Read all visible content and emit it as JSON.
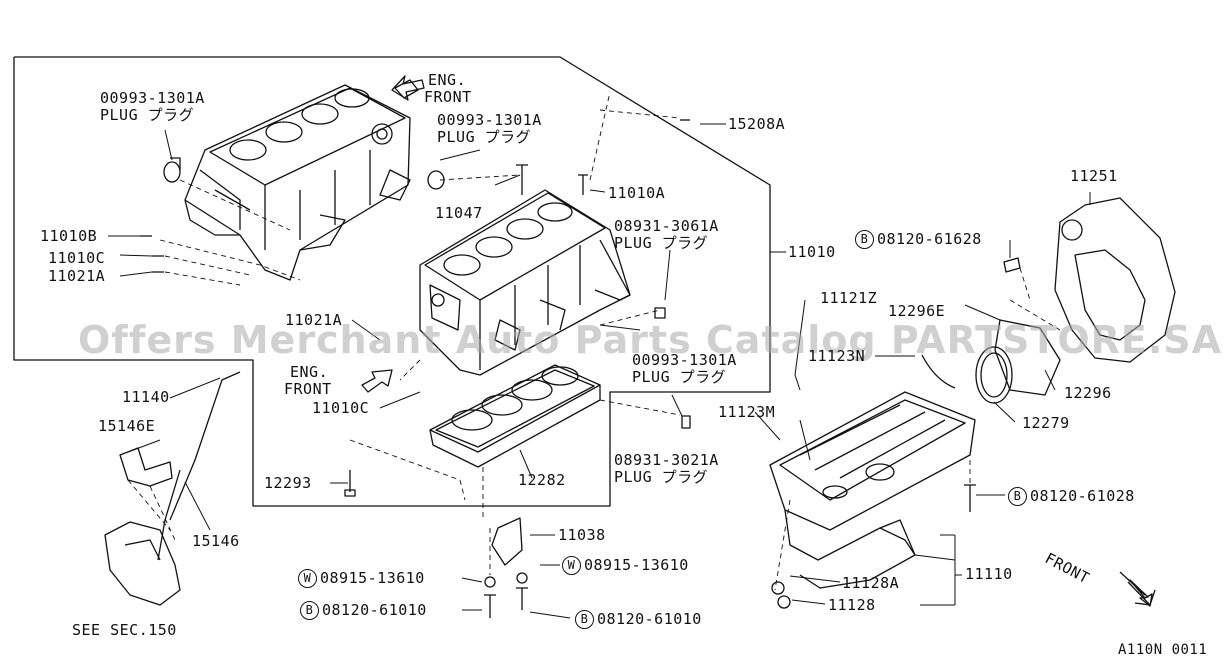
{
  "watermark": "Offers Merchant Auto Parts Catalog PARTSTORE.SA",
  "diagram_code": "A110N 0011",
  "see_sec": "SEE SEC.150",
  "eng_front_1": {
    "line1": "ENG.",
    "line2": "FRONT"
  },
  "eng_front_2": {
    "line1": "ENG.",
    "line2": "FRONT"
  },
  "front_arrow_label": "FRONT",
  "plug_1": {
    "part": "00993-1301A",
    "desc": "PLUG プラグ"
  },
  "plug_2": {
    "part": "00993-1301A",
    "desc": "PLUG プラグ"
  },
  "plug_3": {
    "part": "08931-3061A",
    "desc": "PLUG プラグ"
  },
  "plug_4": {
    "part": "00993-1301A",
    "desc": "PLUG プラグ"
  },
  "plug_5": {
    "part": "08931-3021A",
    "desc": "PLUG プラグ"
  },
  "parts": {
    "p15208A": "15208A",
    "p11010A": "11010A",
    "p11047": "11047",
    "p11010B": "11010B",
    "p11010C_top": "11010C",
    "p11021A_top": "11021A",
    "p11010": "11010",
    "p11021A_mid": "11021A",
    "p11010C_mid": "11010C",
    "p11140": "11140",
    "p15146E": "15146E",
    "p15146": "15146",
    "p12293": "12293",
    "p12282": "12282",
    "p11038": "11038",
    "p08915_left": "08915-13610",
    "p08915_right": "08915-13610",
    "p08120_left": "08120-61010",
    "p08120_right": "08120-61010",
    "p11251": "11251",
    "p08120_61628": "08120-61628",
    "p11121Z": "11121Z",
    "p12296E": "12296E",
    "p11123N": "11123N",
    "p12296": "12296",
    "p11123M": "11123M",
    "p12279": "12279",
    "p08120_61028": "08120-61028",
    "p11128A": "11128A",
    "p11110": "11110",
    "p11128": "11128"
  },
  "circle_letters": {
    "B": "B",
    "W": "W"
  }
}
